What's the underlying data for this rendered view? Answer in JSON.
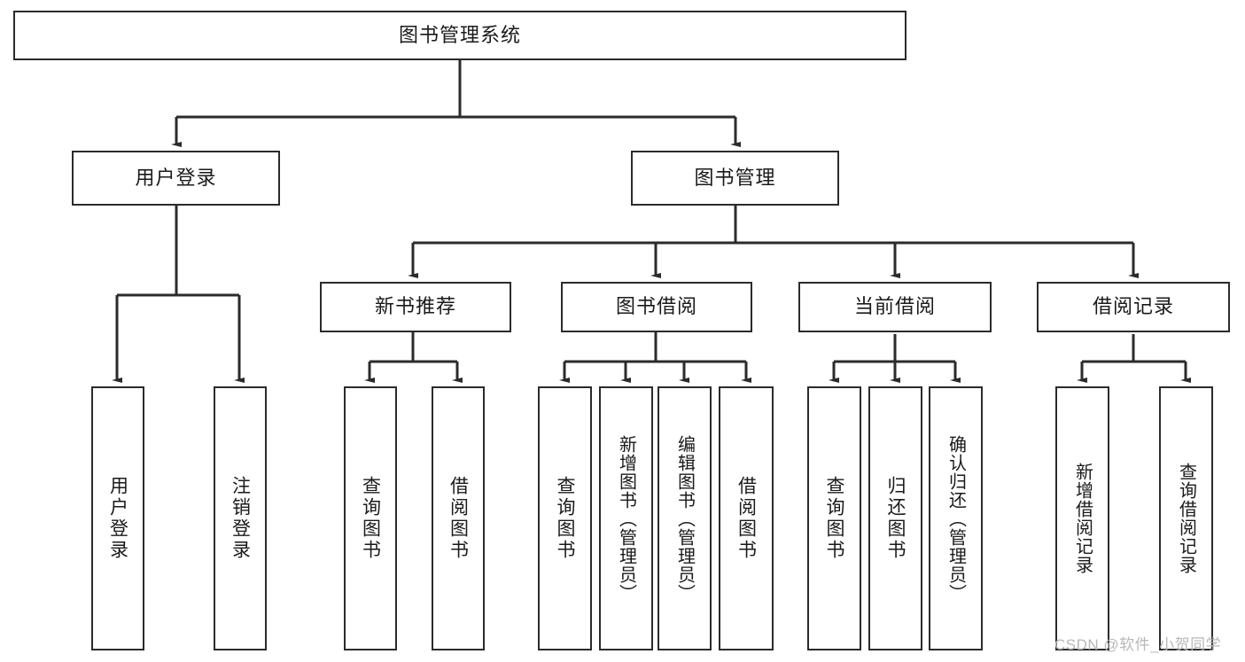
{
  "diagram": {
    "type": "tree-hierarchy-chart",
    "title_node": {
      "label": "图书管理系统"
    },
    "level1": [
      {
        "label": "用户登录"
      },
      {
        "label": "图书管理"
      }
    ],
    "level2": [
      {
        "label": "新书推荐"
      },
      {
        "label": "图书借阅"
      },
      {
        "label": "当前借阅"
      },
      {
        "label": "借阅记录"
      }
    ],
    "leaves": {
      "user_login": [
        {
          "label": "用户登录"
        },
        {
          "label": "注销登录"
        }
      ],
      "new_book_recommend": [
        {
          "label": "查询图书"
        },
        {
          "label": "借阅图书"
        }
      ],
      "book_borrow": [
        {
          "label": "查询图书"
        },
        {
          "label": "新增图书（管理员）"
        },
        {
          "label": "编辑图书（管理员）"
        },
        {
          "label": "借阅图书"
        }
      ],
      "current_borrow": [
        {
          "label": "查询图书"
        },
        {
          "label": "归还图书"
        },
        {
          "label": "确认归还（管理员）"
        }
      ],
      "borrow_record": [
        {
          "label": "新增借阅记录"
        },
        {
          "label": "查询借阅记录"
        }
      ]
    }
  },
  "watermark": {
    "text": "CSDN @软件_小贺同学"
  },
  "colors": {
    "stroke": "#2b2b2b",
    "background": "#ffffff",
    "text": "#1a1a1a",
    "watermark": "#b8b8b8"
  }
}
